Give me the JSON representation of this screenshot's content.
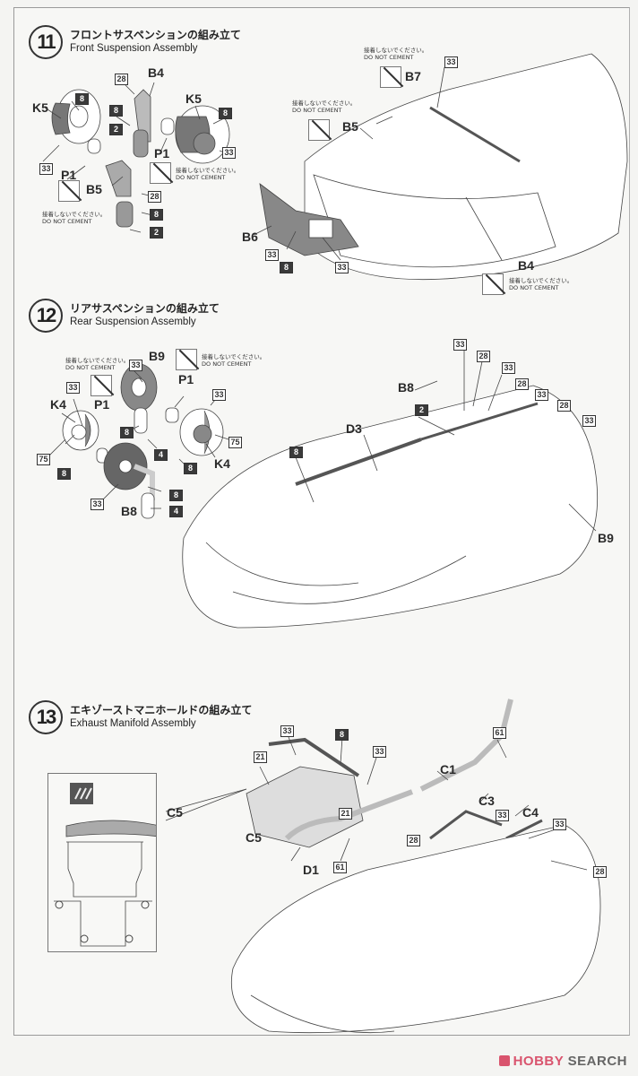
{
  "steps": [
    {
      "number": "11",
      "title_jp": "フロントサスペンションの組み立て",
      "title_en": "Front Suspension Assembly",
      "part_labels": [
        "K5",
        "B4",
        "K5",
        "P1",
        "P1",
        "B5",
        "B7",
        "B5",
        "B6",
        "B4"
      ],
      "color_codes": [
        "28",
        "8",
        "8",
        "2",
        "33",
        "8",
        "33",
        "28",
        "8",
        "2",
        "33",
        "33",
        "8",
        "33"
      ],
      "notes": [
        "接着しないでください。",
        "DO NOT CEMENT"
      ]
    },
    {
      "number": "12",
      "title_jp": "リアサスペンションの組み立て",
      "title_en": "Rear Suspension Assembly",
      "part_labels": [
        "B9",
        "P1",
        "K4",
        "P1",
        "K4",
        "B8",
        "B8",
        "D3",
        "B9"
      ],
      "color_codes": [
        "33",
        "33",
        "33",
        "75",
        "8",
        "8",
        "4",
        "75",
        "8",
        "8",
        "33",
        "4",
        "33",
        "28",
        "33",
        "28",
        "33",
        "28",
        "33",
        "2",
        "8"
      ],
      "notes": [
        "接着しないでください。",
        "DO NOT CEMENT"
      ]
    },
    {
      "number": "13",
      "title_jp": "エキゾーストマニホールドの組み立て",
      "title_en": "Exhaust Manifold Assembly",
      "part_labels": [
        "C5",
        "C5",
        "C1",
        "C3",
        "C4",
        "D1"
      ],
      "color_codes": [
        "33",
        "21",
        "8",
        "33",
        "21",
        "61",
        "33",
        "28",
        "33",
        "28",
        "61"
      ]
    }
  ],
  "note_jp": "接着しないでください。",
  "note_en": "DO NOT CEMENT",
  "watermark": {
    "hobby": "HOBBY",
    "search": "SEARCH"
  }
}
